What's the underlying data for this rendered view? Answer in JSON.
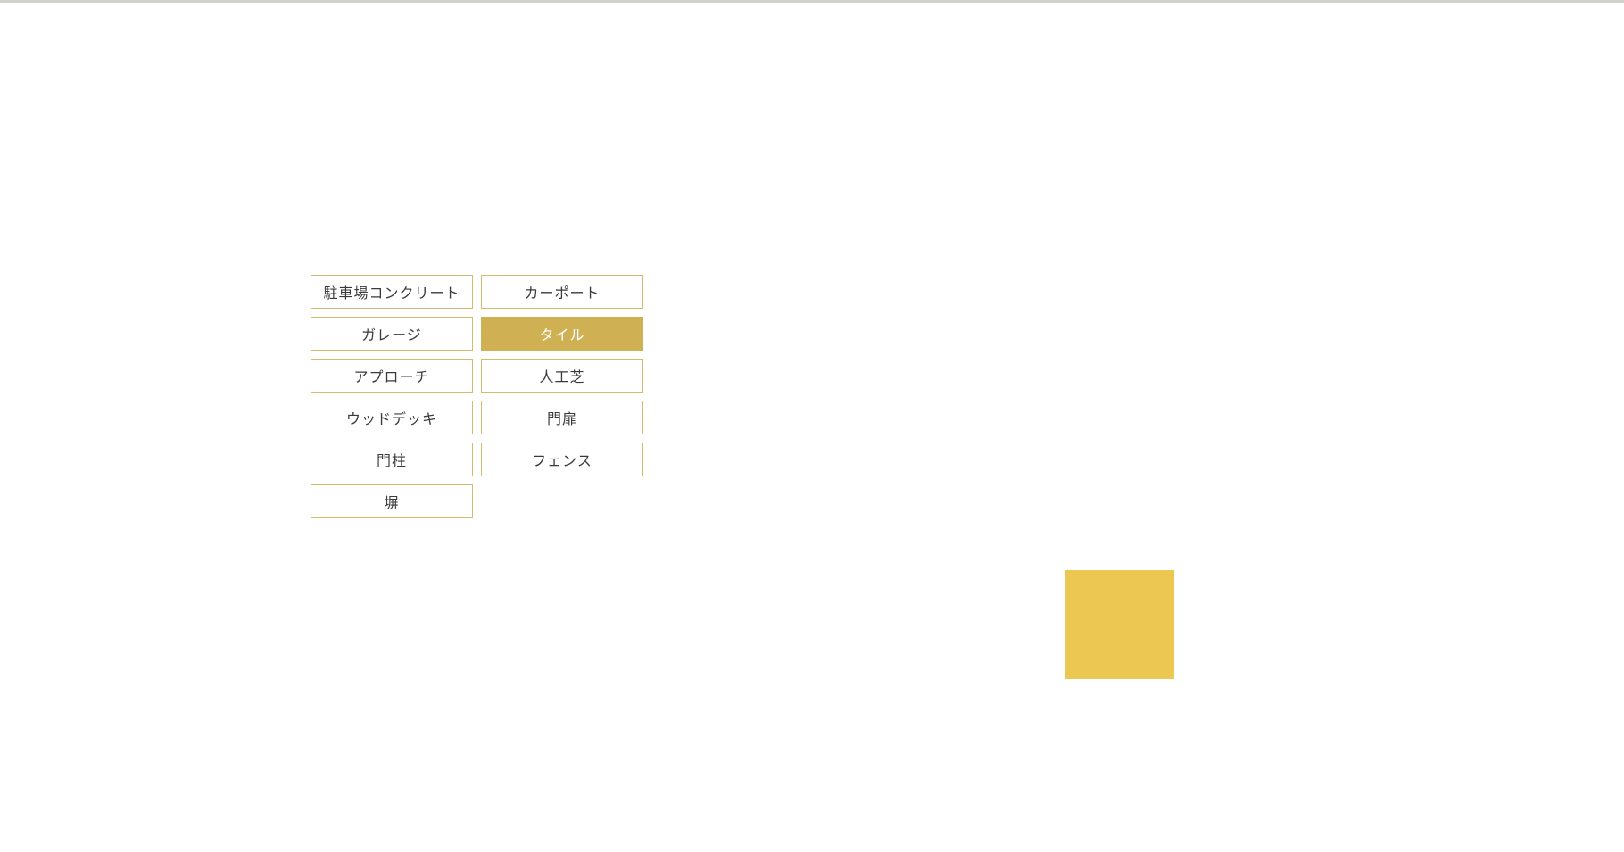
{
  "page": {
    "background": "#ffffff",
    "top_divider_color": "#d2d0cb"
  },
  "colors": {
    "accent_gold_border": "#d6ba6b",
    "selected_button_bg": "#cfb154",
    "selected_button_text": "#ffffff",
    "button_text": "#3a3a3a",
    "swatch_yellow": "#ecc852"
  },
  "category_menu": {
    "buttons": [
      {
        "label": "駐車場コンクリート",
        "selected": false
      },
      {
        "label": "カーポート",
        "selected": false
      },
      {
        "label": "ガレージ",
        "selected": false
      },
      {
        "label": "タイル",
        "selected": true
      },
      {
        "label": "アプローチ",
        "selected": false
      },
      {
        "label": "人工芝",
        "selected": false
      },
      {
        "label": "ウッドデッキ",
        "selected": false
      },
      {
        "label": "門扉",
        "selected": false
      },
      {
        "label": "門柱",
        "selected": false
      },
      {
        "label": "フェンス",
        "selected": false
      },
      {
        "label": "塀",
        "selected": false
      }
    ]
  }
}
